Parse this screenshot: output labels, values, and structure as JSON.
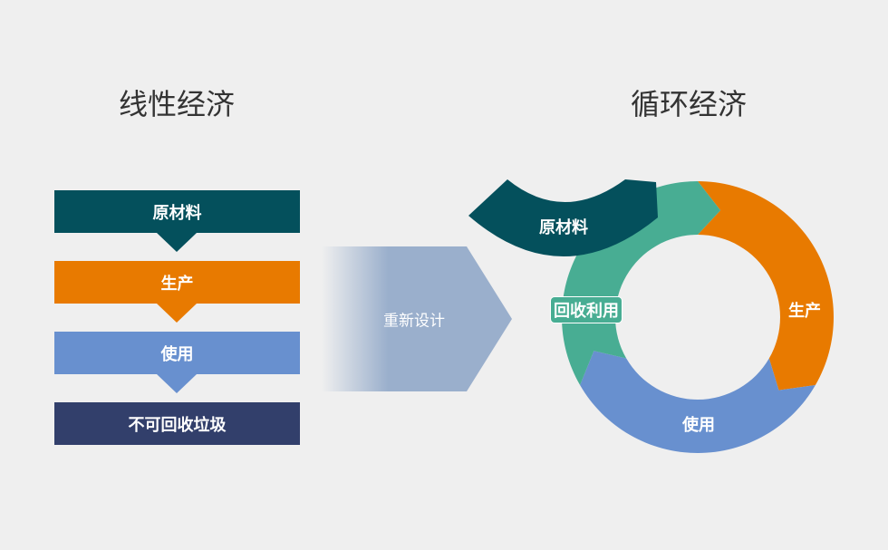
{
  "linear": {
    "title": "线性经济",
    "steps": [
      {
        "label": "原材料",
        "color": "#04505c"
      },
      {
        "label": "生产",
        "color": "#e87a00"
      },
      {
        "label": "使用",
        "color": "#6890cf"
      },
      {
        "label": "不可回收垃圾",
        "color": "#323f6b"
      }
    ]
  },
  "transition": {
    "label": "重新设计",
    "color": "#9aafcc"
  },
  "circular": {
    "title": "循环经济",
    "raw_material": {
      "label": "原材料",
      "color": "#04505c"
    },
    "segments": [
      {
        "label": "生产",
        "color": "#e87a00"
      },
      {
        "label": "使用",
        "color": "#6890cf"
      },
      {
        "label": "回收利用",
        "color": "#48ad93"
      }
    ]
  }
}
